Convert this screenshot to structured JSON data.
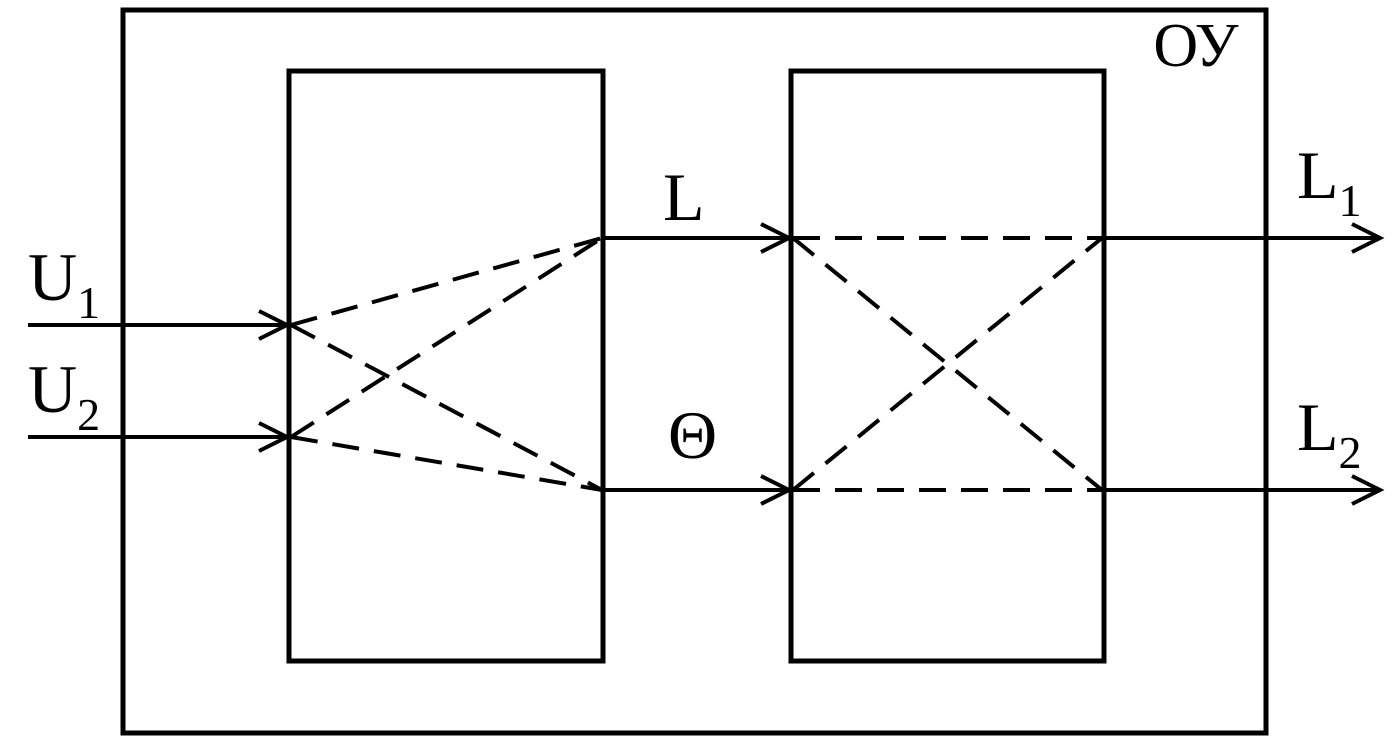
{
  "diagram": {
    "unit_label": "ОУ",
    "inputs": {
      "u1": {
        "base": "U",
        "sub": "1"
      },
      "u2": {
        "base": "U",
        "sub": "2"
      }
    },
    "internal_signals": {
      "top": "L",
      "bottom": "Θ"
    },
    "outputs": {
      "l1": {
        "base": "L",
        "sub": "1"
      },
      "l2": {
        "base": "L",
        "sub": "2"
      }
    },
    "colors": {
      "line": "#000000",
      "background": "#ffffff"
    }
  }
}
